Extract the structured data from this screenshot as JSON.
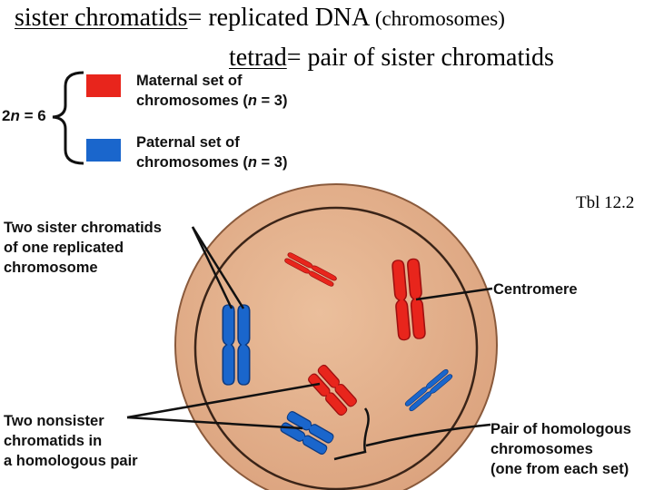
{
  "title": {
    "term1": "sister chromatids",
    "def1": "= replicated DNA ",
    "def1_small": "(chromosomes)",
    "term2": "tetrad",
    "def2": "= pair of sister chromatids"
  },
  "legend": {
    "ploidy_n": "n",
    "ploidy_rest": " = 6",
    "maternal_line1": "Maternal set of",
    "maternal_line2_pre": "chromosomes (",
    "maternal_n": "n",
    "maternal_line2_post": " = 3)",
    "paternal_line1": "Paternal set of",
    "paternal_line2_pre": "chromosomes (",
    "paternal_n": "n",
    "paternal_line2_post": " = 3)",
    "maternal_color": "#e8251c",
    "paternal_color": "#1a66cc"
  },
  "reference": "Tbl 12.2",
  "labels": {
    "sister_line1": "Two sister chromatids",
    "sister_line2": "of one replicated",
    "sister_line3": "chromosome",
    "centromere": "Centromere",
    "nonsister_line1": "Two nonsister",
    "nonsister_line2": "chromatids in",
    "nonsister_line3": "a homologous pair",
    "homologous_line1": "Pair of homologous",
    "homologous_line2": "chromosomes",
    "homologous_line3": "(one from each set)"
  },
  "colors": {
    "cell_fill": "#e3b08b",
    "cell_edge": "#7a4f35",
    "maternal": "#e8251c",
    "paternal": "#1a66cc"
  }
}
